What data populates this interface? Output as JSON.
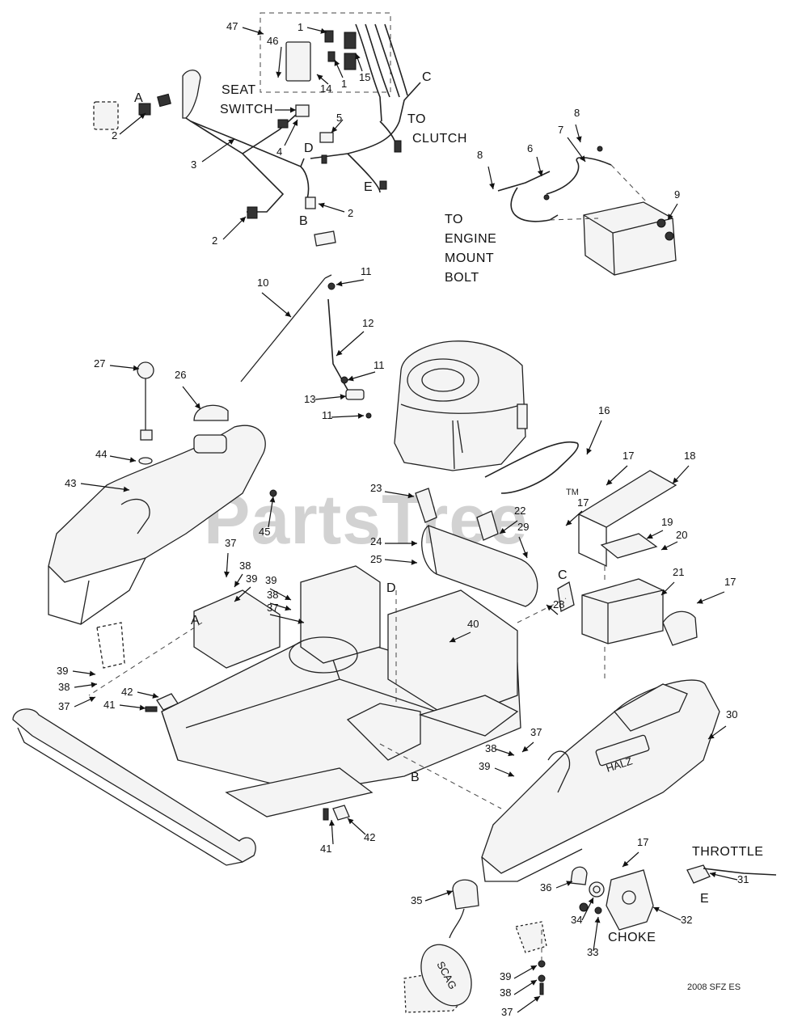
{
  "parts": [
    {
      "n": "47"
    },
    {
      "n": "46"
    },
    {
      "n": "1"
    },
    {
      "n": "1"
    },
    {
      "n": "14"
    },
    {
      "n": "15"
    },
    {
      "n": "A"
    },
    {
      "n": "2"
    },
    {
      "n": "3"
    },
    {
      "n": "4"
    },
    {
      "n": "5"
    },
    {
      "n": "2"
    },
    {
      "n": "2"
    },
    {
      "n": "8"
    },
    {
      "n": "7"
    },
    {
      "n": "6"
    },
    {
      "n": "8"
    },
    {
      "n": "9"
    },
    {
      "n": "10"
    },
    {
      "n": "11"
    },
    {
      "n": "12"
    },
    {
      "n": "11"
    },
    {
      "n": "13"
    },
    {
      "n": "11"
    },
    {
      "n": "27"
    },
    {
      "n": "26"
    },
    {
      "n": "44"
    },
    {
      "n": "43"
    },
    {
      "n": "45"
    },
    {
      "n": "16"
    },
    {
      "n": "17"
    },
    {
      "n": "18"
    },
    {
      "n": "17"
    },
    {
      "n": "19"
    },
    {
      "n": "20"
    },
    {
      "n": "23"
    },
    {
      "n": "22"
    },
    {
      "n": "24"
    },
    {
      "n": "29"
    },
    {
      "n": "25"
    },
    {
      "n": "21"
    },
    {
      "n": "17"
    },
    {
      "n": "37"
    },
    {
      "n": "38"
    },
    {
      "n": "39"
    },
    {
      "n": "39"
    },
    {
      "n": "38"
    },
    {
      "n": "37"
    },
    {
      "n": "40"
    },
    {
      "n": "28"
    },
    {
      "n": "39"
    },
    {
      "n": "38"
    },
    {
      "n": "37"
    },
    {
      "n": "42"
    },
    {
      "n": "41"
    },
    {
      "n": "30"
    },
    {
      "n": "37"
    },
    {
      "n": "38"
    },
    {
      "n": "39"
    },
    {
      "n": "41"
    },
    {
      "n": "42"
    },
    {
      "n": "17"
    },
    {
      "n": "31"
    },
    {
      "n": "35"
    },
    {
      "n": "36"
    },
    {
      "n": "34"
    },
    {
      "n": "32"
    },
    {
      "n": "33"
    },
    {
      "n": "39"
    },
    {
      "n": "38"
    },
    {
      "n": "37"
    }
  ],
  "refs": [
    {
      "t": "C"
    },
    {
      "t": "D"
    },
    {
      "t": "E"
    },
    {
      "t": "B"
    },
    {
      "t": "D"
    },
    {
      "t": "A"
    },
    {
      "t": "C"
    },
    {
      "t": "B"
    },
    {
      "t": "E"
    }
  ],
  "notes": {
    "seat": "SEAT",
    "switch": "SWITCH",
    "to_clutch_1": "TO",
    "to_clutch_2": "CLUTCH",
    "engine_1": "TO",
    "engine_2": "ENGINE",
    "engine_3": "MOUNT",
    "engine_4": "BOLT",
    "throttle": "THROTTLE",
    "choke": "CHOKE"
  },
  "decal": "HALZ",
  "keytag": "SCAG",
  "watermark": "PartsTree",
  "watermark_tm": "TM",
  "drawing_code": "2008 SFZ ES"
}
